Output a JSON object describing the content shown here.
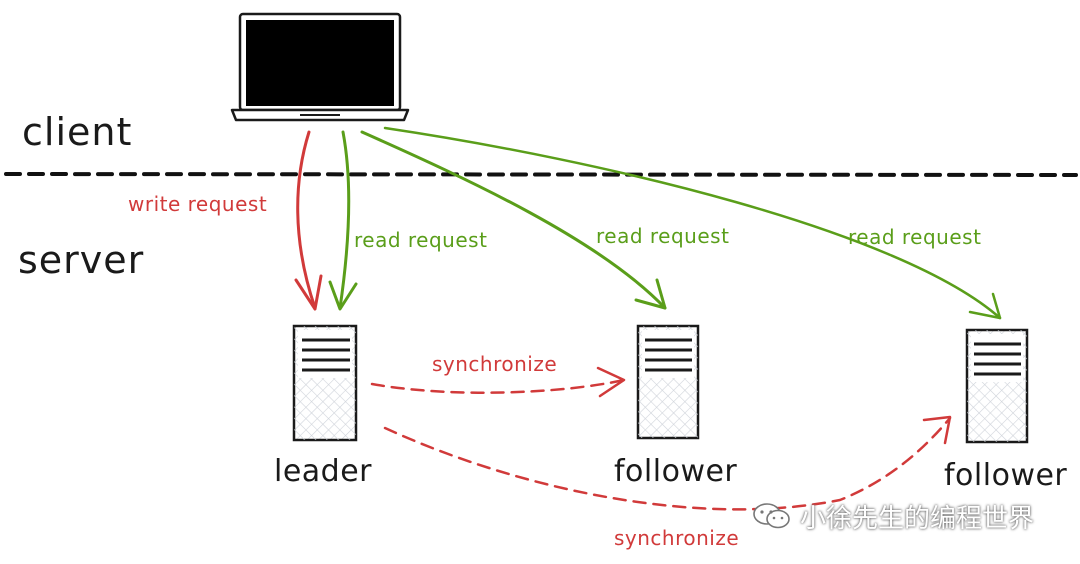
{
  "diagram": {
    "zones": {
      "client_label": "client",
      "server_label": "server"
    },
    "client": {
      "device": "laptop-icon"
    },
    "nodes": [
      {
        "role": "leader",
        "label": "leader"
      },
      {
        "role": "follower",
        "label": "follower"
      },
      {
        "role": "follower",
        "label": "follower"
      }
    ],
    "edges": [
      {
        "from": "client",
        "to": "leader",
        "label": "write request",
        "kind": "write"
      },
      {
        "from": "client",
        "to": "leader",
        "label": "read request",
        "kind": "read"
      },
      {
        "from": "client",
        "to": "follower-1",
        "label": "read request",
        "kind": "read"
      },
      {
        "from": "client",
        "to": "follower-2",
        "label": "read request",
        "kind": "read"
      },
      {
        "from": "leader",
        "to": "follower-1",
        "label": "synchronize",
        "kind": "sync"
      },
      {
        "from": "leader",
        "to": "follower-2",
        "label": "synchronize",
        "kind": "sync"
      }
    ],
    "colors": {
      "write": "#d13a3a",
      "read": "#5a9e1a",
      "sync": "#d13a3a",
      "ink": "#1a1a1a"
    }
  },
  "watermark": {
    "text": "小徐先生的编程世界",
    "icon": "wechat-icon"
  }
}
